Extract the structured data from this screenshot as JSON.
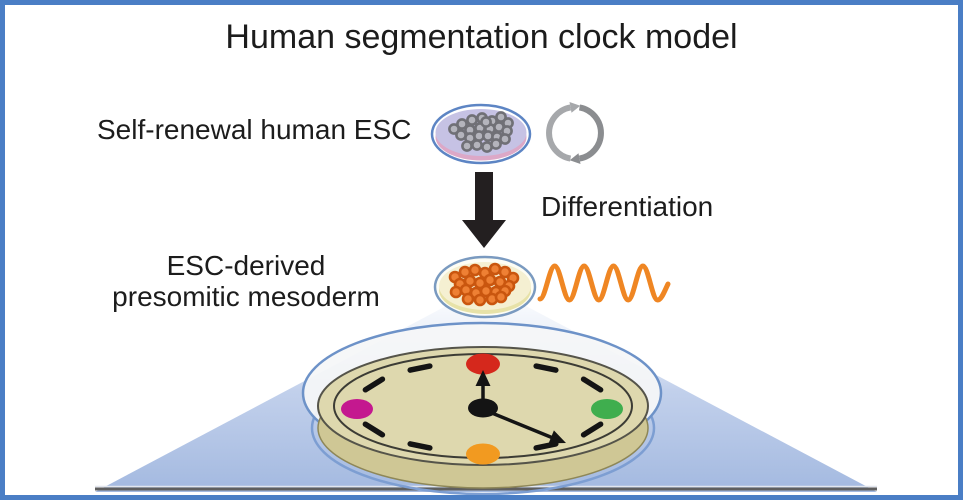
{
  "frame": {
    "border_color": "#4a7ec5",
    "background_color": "#ffffff"
  },
  "title": "Human segmentation clock model",
  "esc_section": {
    "label": "Self-renewal human ESC",
    "dish_fill": "#c6c2e4",
    "dish_rim_color": "#5d85c4",
    "dish_bottom_rim_color": "#dca8c7",
    "cell_color": "#b4b4bc",
    "cycle_icon_color_right": "#8b8d90",
    "cycle_icon_color_left": "#a6a8ab"
  },
  "differentiation": {
    "label": "Differentiation",
    "arrow_color": "#231f20"
  },
  "psm_section": {
    "label_line1": "ESC-derived",
    "label_line2": "presomitic mesoderm",
    "dish_fill": "#f5f0d2",
    "dish_rim_color": "#7a9ac0",
    "cell_color": "#ee8034",
    "wave_color": "#ef8623"
  },
  "clock_dish": {
    "beam_color": "#a3b9e0",
    "lid_stroke_color": "#6d92c8",
    "base_fill": "#cfc795",
    "face_fill": "#ded8ae",
    "ring_color": "#3c3c35",
    "hand_color": "#141414",
    "markers": [
      {
        "position": "12 o'clock",
        "color": "#d5281c"
      },
      {
        "position": "3 o'clock",
        "color": "#3fae4e"
      },
      {
        "position": "6 o'clock",
        "color": "#f29a20"
      },
      {
        "position": "9 o'clock",
        "color": "#c4188f"
      }
    ]
  }
}
